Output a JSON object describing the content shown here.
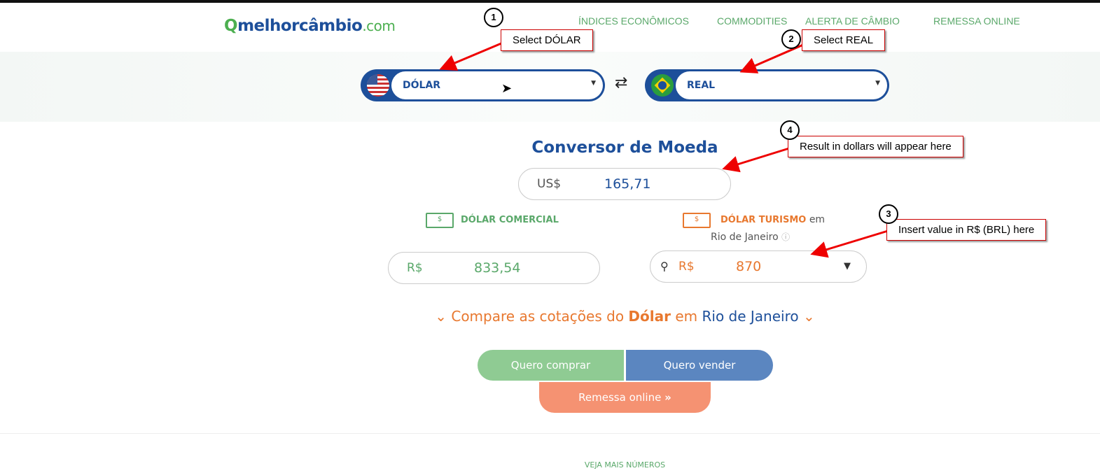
{
  "header": {
    "logo": {
      "q": "Q",
      "name": "melhorcâmbio",
      "tld": ".com"
    },
    "nav": [
      "ÍNDICES ECONÔMICOS",
      "COMMODITIES",
      "ALERTA DE CÂMBIO",
      "REMESSA ONLINE"
    ]
  },
  "selectors": {
    "from": "DÓLAR",
    "to": "REAL",
    "swap_icon": "swap-arrows-icon"
  },
  "converter": {
    "title": "Conversor de Moeda",
    "usd_prefix": "US$",
    "usd_value": "165,71",
    "comercial_label": "DÓLAR COMERCIAL",
    "money_glyph": "$",
    "comercial_prefix": "R$",
    "comercial_value": "833,54",
    "turismo_label": "DÓLAR TURISMO",
    "turismo_em": "em",
    "turismo_city": "Rio de Janeiro",
    "info_icon": "ⓘ",
    "turismo_prefix": "R$",
    "turismo_value": "870"
  },
  "compare": {
    "part1": "Compare as cotações do",
    "bold": "Dólar",
    "em": "em",
    "city": "Rio de Janeiro"
  },
  "buttons": {
    "buy": "Quero comprar",
    "sell": "Quero vender",
    "remessa": "Remessa online",
    "remessa_icon": "»"
  },
  "footer": {
    "veja": "VEJA MAIS NÚMEROS"
  },
  "annotations": [
    {
      "n": "1",
      "text": "Select DÓLAR"
    },
    {
      "n": "2",
      "text": "Select REAL"
    },
    {
      "n": "3",
      "text": "Insert value in R$ (BRL) here"
    },
    {
      "n": "4",
      "text": "Result in dollars will appear here"
    }
  ],
  "colors": {
    "blue": "#1d4f9a",
    "green": "#5aa86a",
    "orange": "#e8782f"
  }
}
